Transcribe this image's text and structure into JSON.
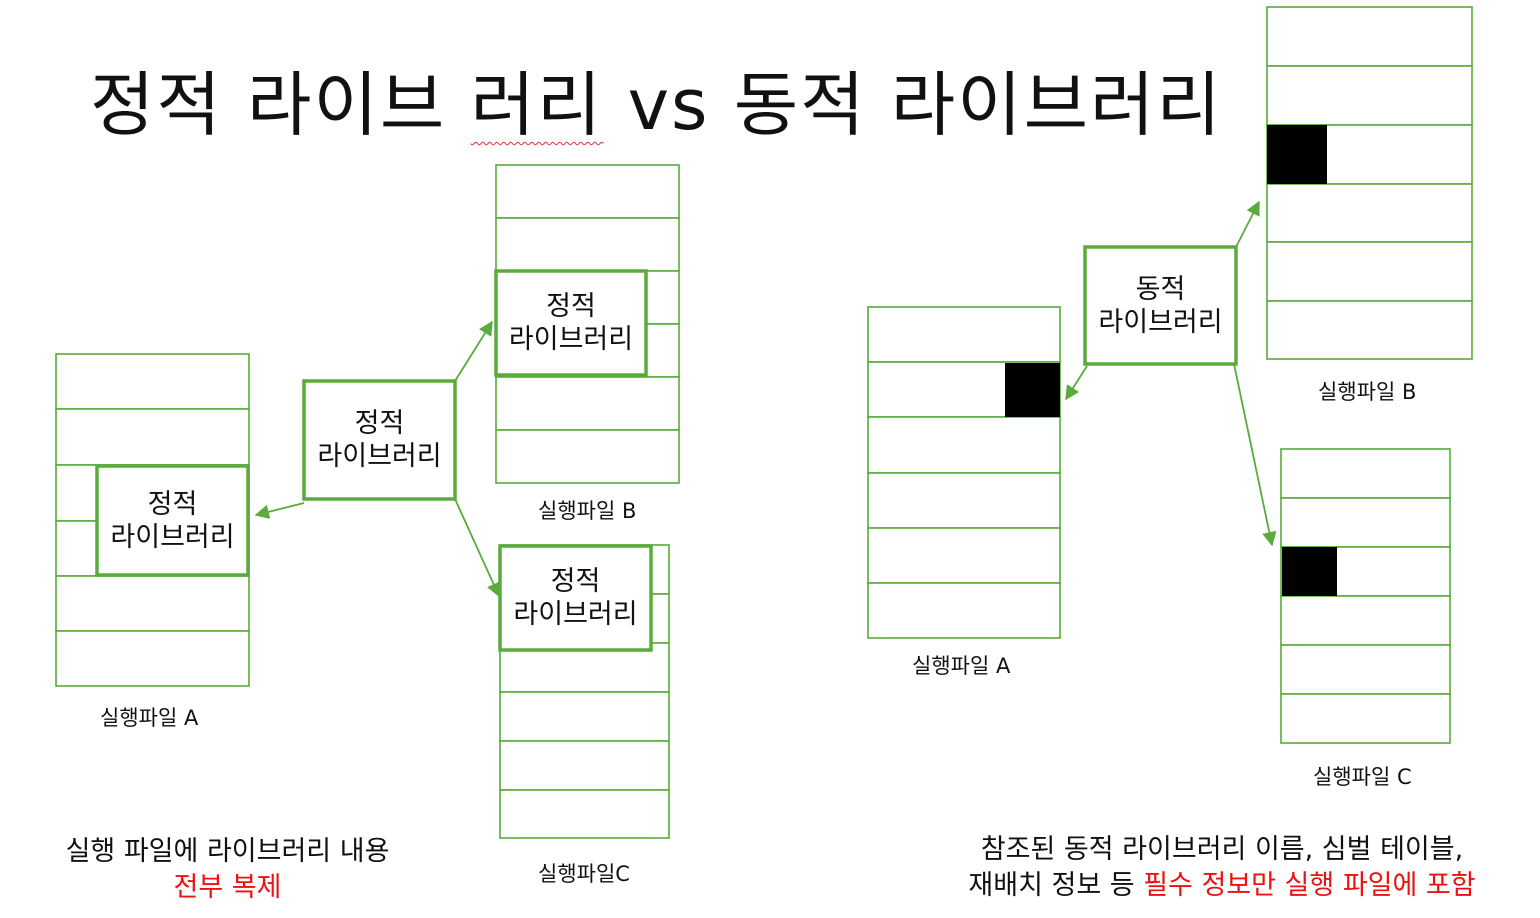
{
  "title": {
    "part1": "정적 라이브",
    "part2": "러리",
    "part3": "vs 동적 라이브러리"
  },
  "static": {
    "lib_source": {
      "line1": "정적",
      "line2": "라이브러리"
    },
    "lib_a": {
      "line1": "정적",
      "line2": "라이브러리"
    },
    "lib_b": {
      "line1": "정적",
      "line2": "라이브러리"
    },
    "lib_c": {
      "line1": "정적",
      "line2": "라이브러리"
    },
    "exe_a_label": "실행파일 A",
    "exe_b_label": "실행파일 B",
    "exe_c_label": "실행파일C",
    "note_line1": "실행 파일에 라이브러리 내용",
    "note_line2": "전부 복제"
  },
  "dynamic": {
    "lib_source": {
      "line1": "동적",
      "line2": "라이브러리"
    },
    "exe_a_label": "실행파일 A",
    "exe_b_label": "실행파일 B",
    "exe_c_label": "실행파일 C",
    "note_line1": "참조된 동적 라이브러리 이름, 심벌 테이블,",
    "note_line2_plain": "재배치 정보 등 ",
    "note_line2_red": "필수 정보만 실행 파일에 포함"
  },
  "colors": {
    "box_stroke": "#5aaa3c",
    "highlight": "#ee1111",
    "reference_block": "#000000",
    "title_squiggle": "#e03030"
  }
}
